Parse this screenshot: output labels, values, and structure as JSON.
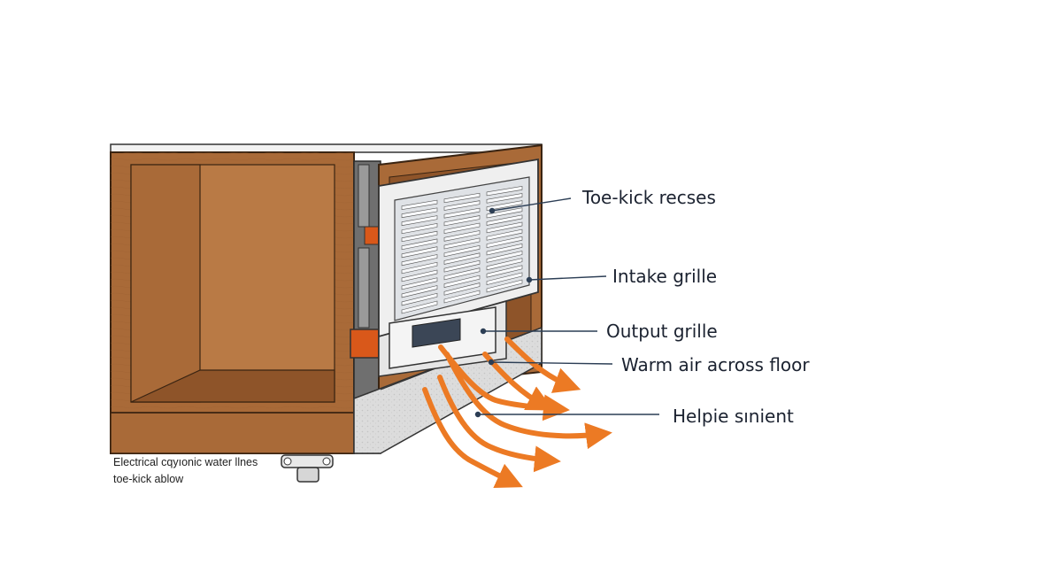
{
  "colors": {
    "wood_dark": "#8e5429",
    "wood_mid": "#a96a38",
    "wood_light": "#b97a45",
    "concrete": "#dcdcdc",
    "grille_frame": "#ececec",
    "grille_slot": "#c8ccd2",
    "orange_block": "#d9581a",
    "air_arrow": "#ec7a24",
    "line": "#2c3e55"
  },
  "labels": {
    "toe_kick_recess": "Toe-kick recses",
    "intake_grille": "Intake grille",
    "output_grille": "Output grille",
    "warm_air": "Warm air across floor",
    "hydronic_element": "Helpie sınient"
  },
  "notes": {
    "line1": "Electrical cqyıonic water llnes",
    "line2": "toe-kick ablow"
  },
  "icons": {
    "pipe_fitting": "pipe-fitting-icon",
    "airflow": "warm-air-arrow-icon"
  }
}
